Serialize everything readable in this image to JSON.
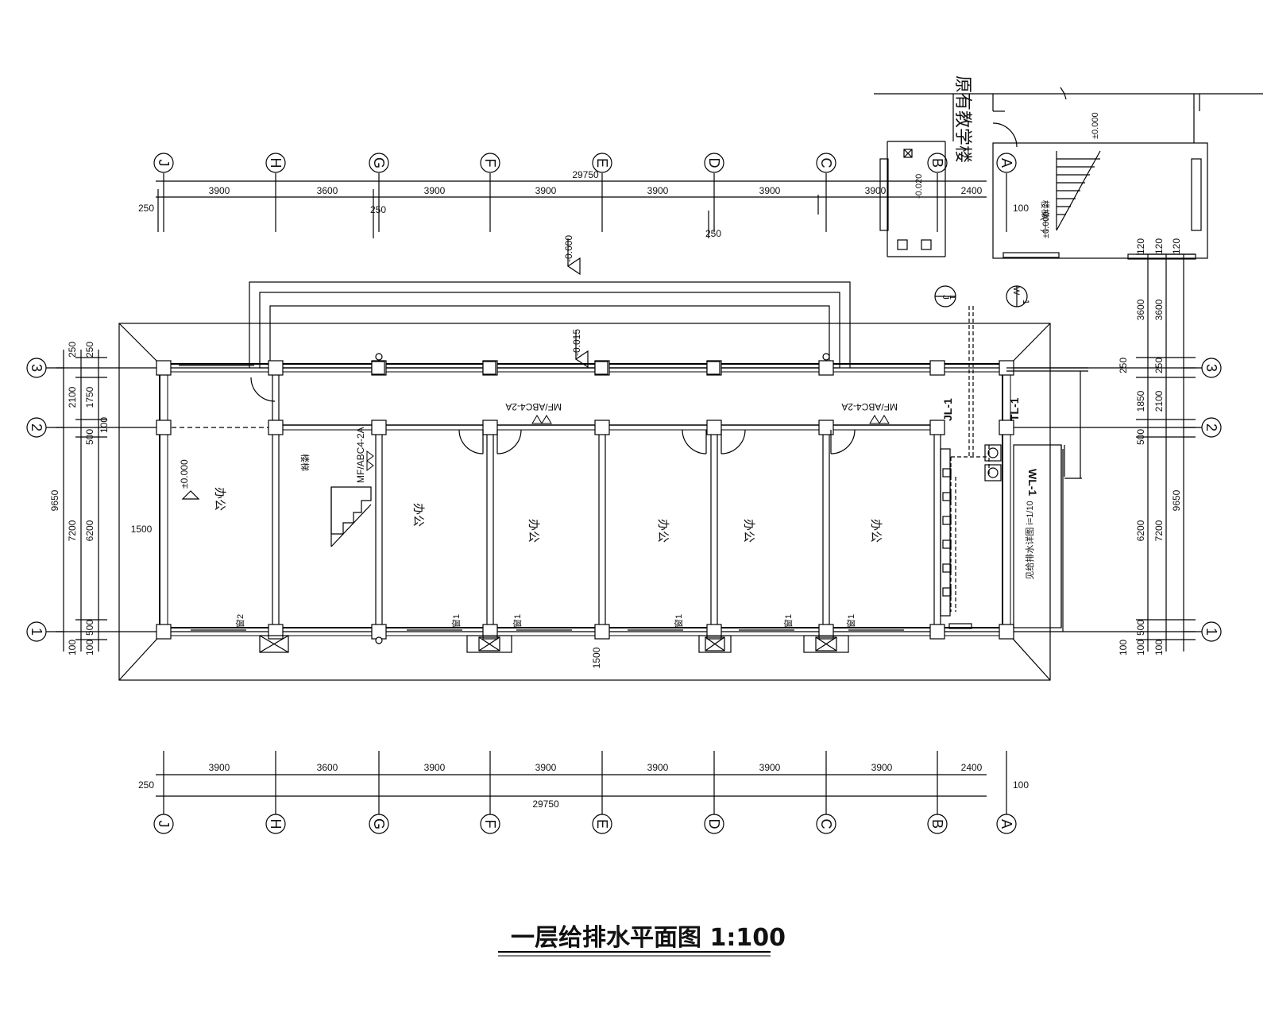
{
  "drawing": {
    "title": "一层给排水平面图 1:100",
    "existing_building": "原有教学楼"
  },
  "axes_letters": [
    "J",
    "H",
    "G",
    "F",
    "E",
    "D",
    "C",
    "B",
    "A"
  ],
  "axes_numbers": [
    "3",
    "2",
    "1"
  ],
  "dims": {
    "top_total": "29750",
    "bays": [
      "3900",
      "3600",
      "3900",
      "3900",
      "3900",
      "3900",
      "3900",
      "2400"
    ],
    "left_end": "250",
    "right_end": "100",
    "top_aux": [
      "250",
      "250"
    ],
    "left_total": "9650",
    "left_mid": "7200",
    "left_inner": [
      "250",
      "2100",
      "1750",
      "6200",
      "500",
      "100",
      "500",
      "100",
      "100",
      "250"
    ],
    "right_total": "9650",
    "right_mid": "7200",
    "right_inner": [
      "3600",
      "3600",
      "120",
      "120",
      "120",
      "250",
      "250",
      "1850",
      "2100",
      "500",
      "6200",
      "100",
      "500",
      "100",
      "100"
    ],
    "bottom_total": "29750",
    "overhang": "1500",
    "overhang_bottom": "1500"
  },
  "levels": {
    "outside": "-0.600",
    "corridor": "-0.015",
    "floor": "±0.000",
    "small1": "-0.020",
    "small2": "±0.000",
    "small3": "±0.000"
  },
  "rooms": [
    "办公",
    "楼梯",
    "办公",
    "办公",
    "办公",
    "办公",
    "办公"
  ],
  "extinguishers": [
    "MF/ABC4-2A",
    "MF/ABC4-2A",
    "MF/ABC4-2A"
  ],
  "pipes": {
    "jl": "JL-1",
    "tl": "TL-1",
    "wl": "WL-1",
    "j_tag": "J",
    "j_num": "1",
    "w_tag": "W",
    "w_num": "1",
    "pipe_note": "见给排水详图 i=1/10",
    "stair_note": "楼梯(一)"
  },
  "windows": [
    "窗2",
    "窗1",
    "窗1",
    "窗1",
    "窗1",
    "窗1"
  ]
}
